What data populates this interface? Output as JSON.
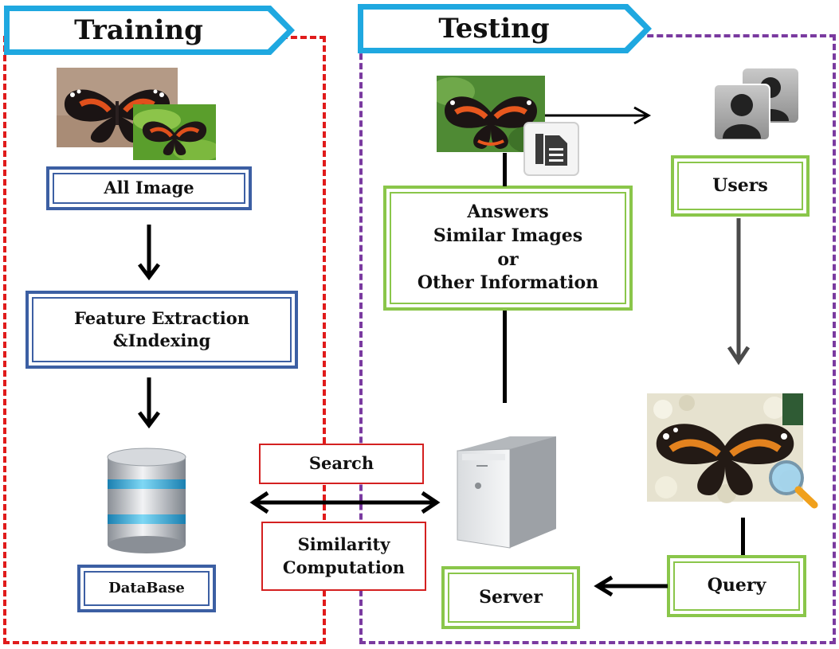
{
  "training": {
    "title": "Training",
    "all_image": "All Image",
    "feature": "Feature Extraction\n&Indexing",
    "database": "DataBase"
  },
  "testing": {
    "title": "Testing",
    "answers": "Answers\nSimilar Images\nor\nOther Information",
    "users": "Users",
    "query": "Query",
    "server": "Server"
  },
  "middle": {
    "search": "Search",
    "similarity": "Similarity\nComputation"
  },
  "colors": {
    "training_border": "#e01b1b",
    "testing_border": "#7a3aa0",
    "banner": "#1fa8e0",
    "blue_box": "#3c5fa3",
    "green_box": "#8ac64a",
    "red_box": "#d42020"
  }
}
